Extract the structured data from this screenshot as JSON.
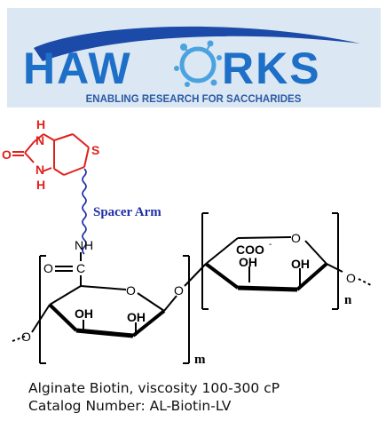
{
  "logo": {
    "brand_left": "HAW",
    "brand_right": "RKS",
    "tagline": "ENABLING RESEARCH FOR SACCHARIDES",
    "colors": {
      "brand": "#1e6fc8",
      "swoosh": "#1b4aa8",
      "background": "#dbe7f2",
      "tagline": "#2b5aa5"
    }
  },
  "structure": {
    "atoms": {
      "h_top": "H",
      "n_top": "N",
      "o_carbonyl": "O",
      "n_bottom": "N",
      "h_bottom": "H",
      "s": "S",
      "nh_n": "N",
      "nh_h": "H",
      "c_amide_o": "O",
      "c_amide_c": "C",
      "ring1_o": "O",
      "ring1_oh_left": "OH",
      "ring1_oh_right": "OH",
      "ring1_o_left": "O",
      "glyco_o": "O",
      "ring2_coo": "COO",
      "ring2_coo_charge": "-",
      "ring2_o": "O",
      "ring2_oh_left": "OH",
      "ring2_oh_right": "OH",
      "ring2_o_right": "O"
    },
    "spacer_label": "Spacer Arm",
    "subscript_m": "m",
    "subscript_n": "n",
    "colors": {
      "biotin": "#e0201c",
      "spacer": "#1f2fa8",
      "bond": "#000000"
    }
  },
  "caption": {
    "line1": "Alginate Biotin, viscosity 100-300 cP",
    "line2": "Catalog Number: AL-Biotin-LV"
  }
}
